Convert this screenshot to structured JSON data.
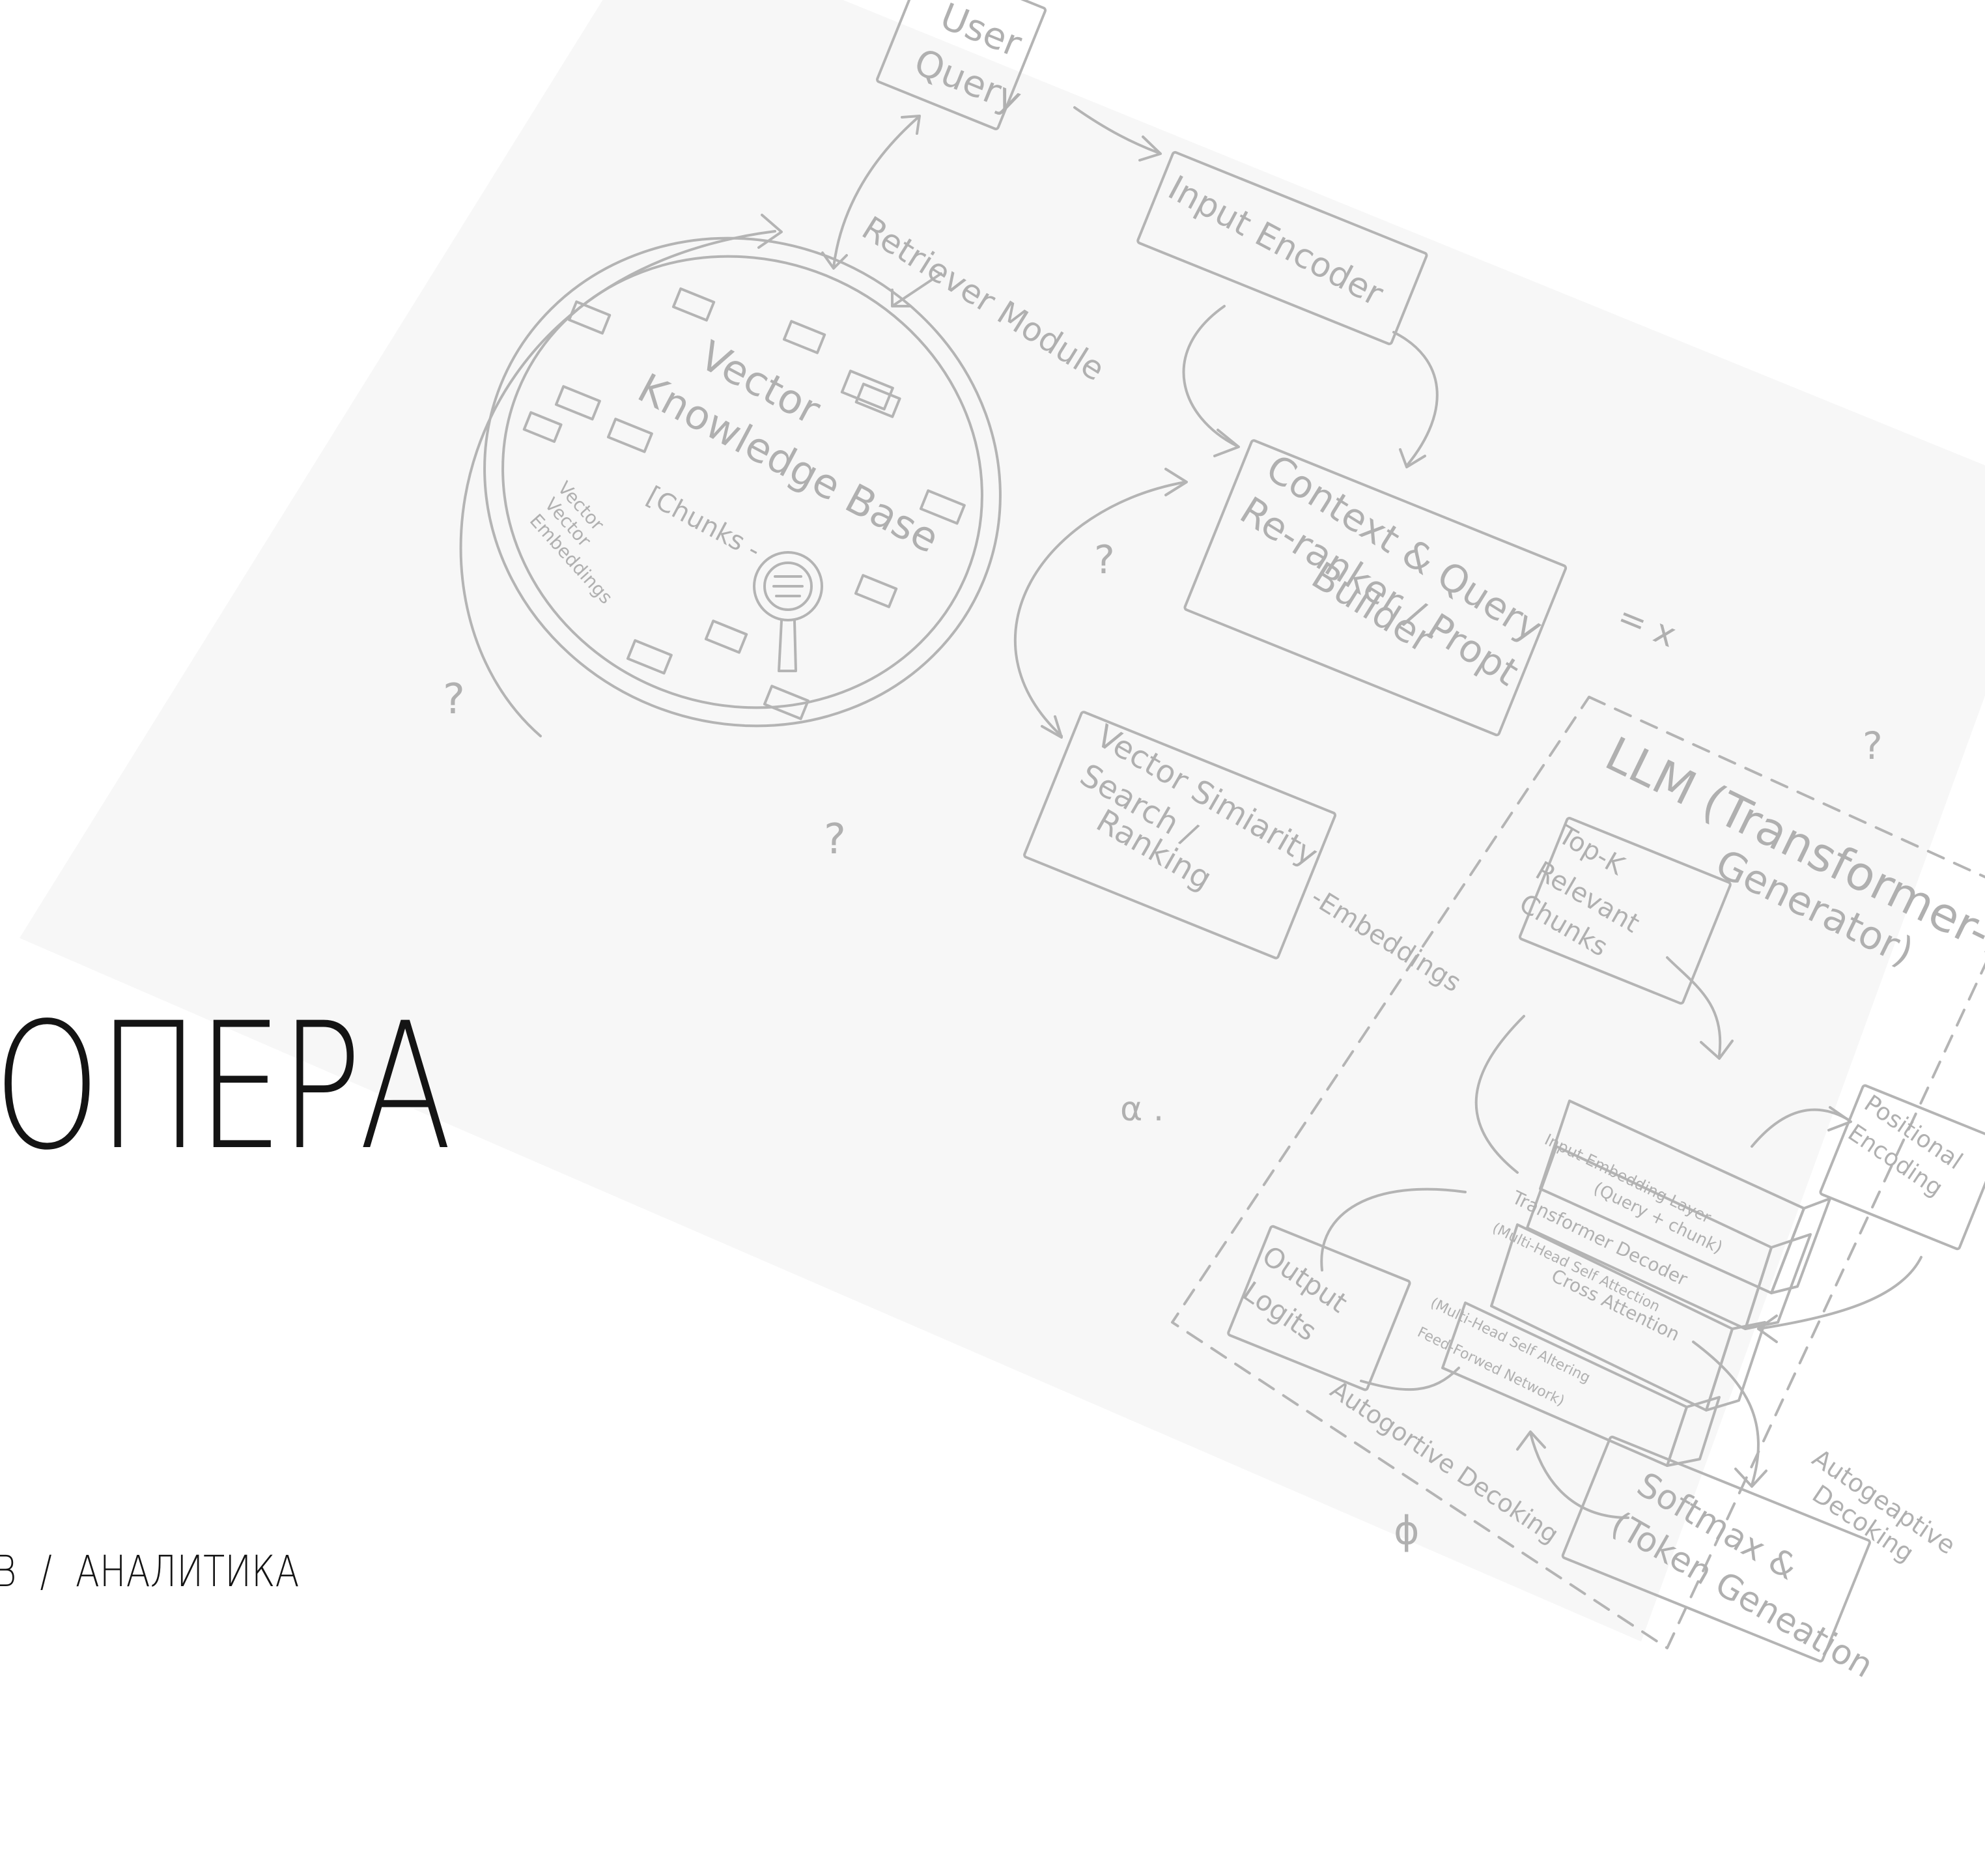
{
  "slide": {
    "title": "ОПЕРА",
    "breadcrumb": {
      "left": "В",
      "separator": "/",
      "right": "АНАЛИТИКА"
    }
  },
  "diagram": {
    "user_query": [
      "User",
      "Query"
    ],
    "input_encoder": "Input Encoder",
    "retriever_module": "Retriever Module",
    "knowledge_base": {
      "title": [
        "Vector",
        "Knowledge Base"
      ],
      "chunks": "[Chunks -",
      "embeddings": [
        "Vector",
        "Vector",
        "Embeddings"
      ]
    },
    "reranker": [
      "Context & Query",
      "Re-ranker / Propt",
      "Builder"
    ],
    "similarity_search": [
      "Vector Simiarity",
      "Search /",
      "Ranking"
    ],
    "embeddings_label": "-Embeddings",
    "llm": {
      "title": [
        "LLM (Transformer-bas",
        "Generator)"
      ],
      "top_k": [
        "Top-K",
        "Relevant",
        "Chunks"
      ],
      "positional_encoding": [
        "Positional",
        "Encoding"
      ],
      "stack_layers": [
        "Input Embedding Layer",
        "(Query + chunk)",
        "Transformer Decoder",
        "(Multi-Head Self Attection",
        "Cross Attention",
        "(Multi-Head Self Altering",
        "Feed-Forwed Network)"
      ],
      "output_logits": [
        "Output",
        "Logits"
      ],
      "softmax": [
        "Softmax &",
        "(Token Geneation"
      ],
      "autoregressive_left": "Autogortive Decoking",
      "autoregressive_right": [
        "Autogeaptive",
        "Decoking"
      ]
    },
    "marks": {
      "question": "?",
      "multiply": "= x",
      "phi": "ϕ",
      "alpha": "α ."
    },
    "stroke_color": "#b4b4b4",
    "card_color": "#f7f7f7"
  }
}
